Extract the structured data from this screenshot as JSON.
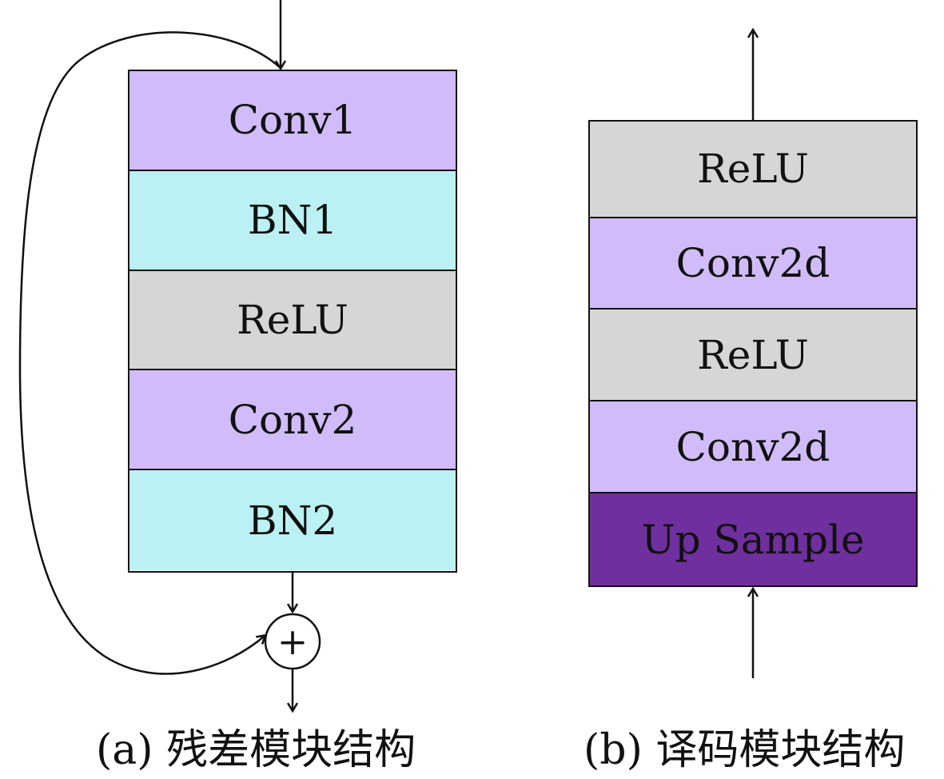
{
  "colors": {
    "conv": "#d1bcf9",
    "bn": "#bbf1f2",
    "relu": "#d6d6d6",
    "upsample": "#6f2f9e",
    "stroke": "#111111"
  },
  "panel_a": {
    "layers": [
      {
        "label": "Conv1",
        "kind": "conv"
      },
      {
        "label": "BN1",
        "kind": "bn"
      },
      {
        "label": "ReLU",
        "kind": "relu"
      },
      {
        "label": "Conv2",
        "kind": "conv"
      },
      {
        "label": "BN2",
        "kind": "bn"
      }
    ],
    "sum_symbol": "+",
    "caption": "(a) 残差模块结构"
  },
  "panel_b": {
    "layers": [
      {
        "label": "ReLU",
        "kind": "relu"
      },
      {
        "label": "Conv2d",
        "kind": "conv"
      },
      {
        "label": "ReLU",
        "kind": "relu"
      },
      {
        "label": "Conv2d",
        "kind": "conv"
      },
      {
        "label": "Up Sample",
        "kind": "upsample"
      }
    ],
    "caption": "(b) 译码模块结构"
  }
}
